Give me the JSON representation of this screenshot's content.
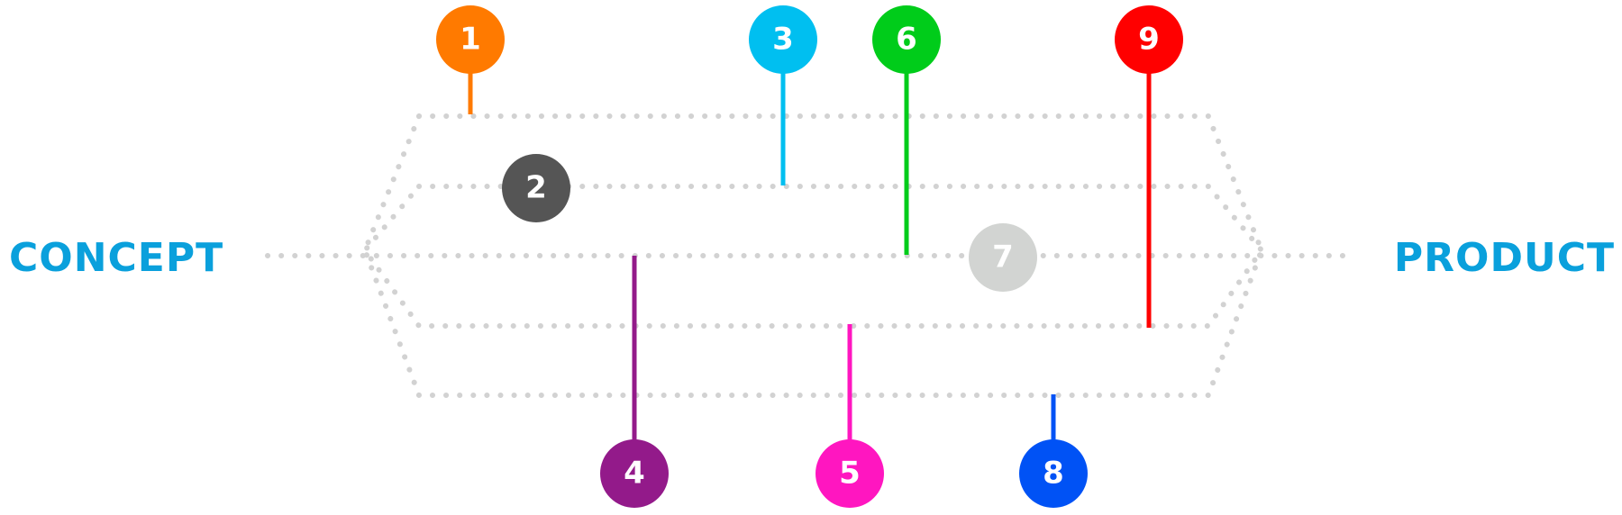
{
  "labels": {
    "start": "CONCEPT",
    "end": "PRODUCT"
  },
  "colors": {
    "label": "#0aa0dc",
    "dots": "#d2d2d2"
  },
  "markers": [
    {
      "number": "1",
      "color": "#ff7a00"
    },
    {
      "number": "2",
      "color": "#555555"
    },
    {
      "number": "3",
      "color": "#00bff0"
    },
    {
      "number": "4",
      "color": "#931a8a"
    },
    {
      "number": "5",
      "color": "#ff16c0"
    },
    {
      "number": "6",
      "color": "#00cc1a"
    },
    {
      "number": "7",
      "color": "#d2d4d2"
    },
    {
      "number": "8",
      "color": "#0052f5"
    },
    {
      "number": "9",
      "color": "#ff0000"
    }
  ]
}
